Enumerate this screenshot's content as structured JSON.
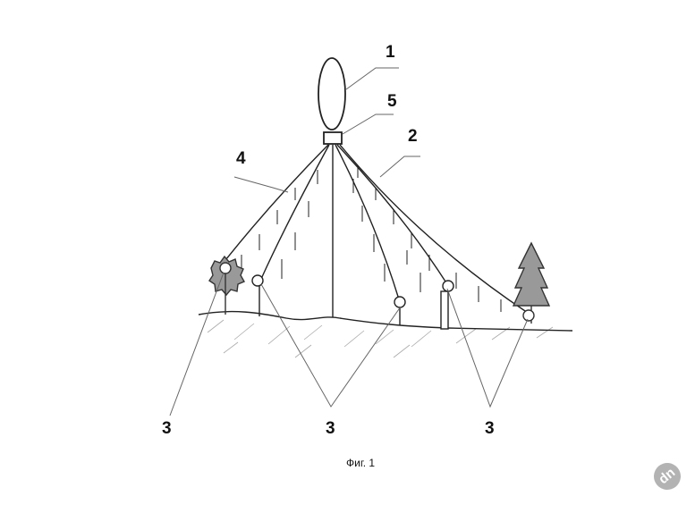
{
  "figure": {
    "caption": "Фиг. 1",
    "labels": {
      "balloon": "1",
      "cable": "2",
      "anchor_left": "3",
      "anchor_mid": "3",
      "anchor_right": "3",
      "net": "4",
      "mount": "5"
    },
    "watermark": "dn"
  }
}
